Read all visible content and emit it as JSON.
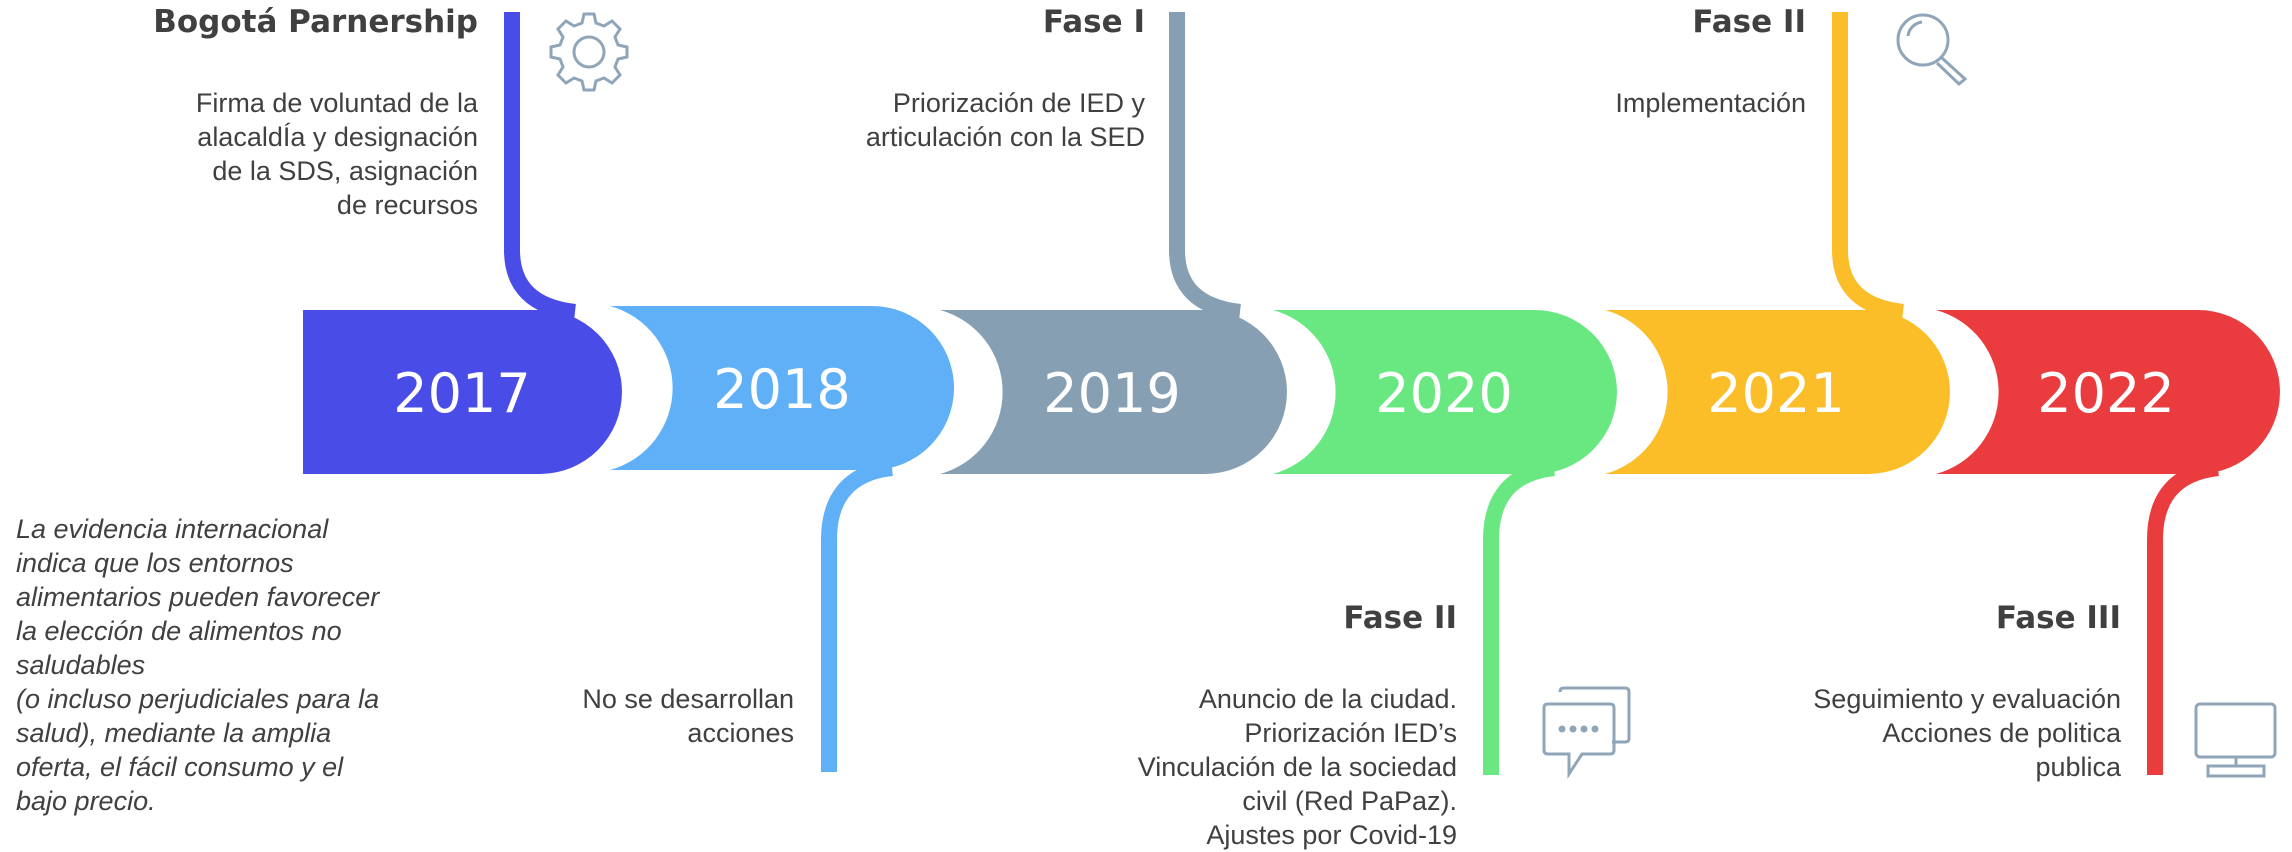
{
  "timeline": {
    "years": [
      {
        "label": "2017",
        "color": "#4A4CE8"
      },
      {
        "label": "2018",
        "color": "#5FB0F7"
      },
      {
        "label": "2019",
        "color": "#879FB3"
      },
      {
        "label": "2020",
        "color": "#69E881"
      },
      {
        "label": "2021",
        "color": "#FBBD28"
      },
      {
        "label": "2022",
        "color": "#EA3B3E"
      }
    ]
  },
  "milestones": {
    "m2017": {
      "title": "Bogotá Parnership",
      "lines": [
        "Firma de voluntad de la",
        "alacaldÍa y designación",
        "de la SDS, asignación",
        "de recursos"
      ],
      "icon": "gear-icon"
    },
    "m2018": {
      "lines": [
        "No se desarrollan",
        "acciones"
      ]
    },
    "m2019": {
      "title": "Fase I",
      "lines": [
        "Priorización de IED y",
        "articulación con la SED"
      ]
    },
    "m2020": {
      "title": "Fase II",
      "lines": [
        "Anuncio de la ciudad.",
        "Priorización IED’s",
        "Vinculación de la sociedad",
        "civil (Red PaPaz).",
        "Ajustes por Covid-19"
      ],
      "icon": "chat-icon"
    },
    "m2021": {
      "title": "Fase II",
      "lines": [
        "Implementación"
      ],
      "icon": "magnifier-icon"
    },
    "m2022": {
      "title": "Fase III",
      "lines": [
        "Seguimiento y evaluación",
        "Acciones de politica",
        "publica"
      ],
      "icon": "monitor-icon"
    }
  },
  "note": {
    "text": "La evidencia internacional\nindica que los entornos\nalimentarios pueden favorecer\nla elección de alimentos no\nsaludables\n (o incluso perjudiciales para la\nsalud), mediante la amplia\noferta, el fácil consumo y el\nbajo precio."
  }
}
